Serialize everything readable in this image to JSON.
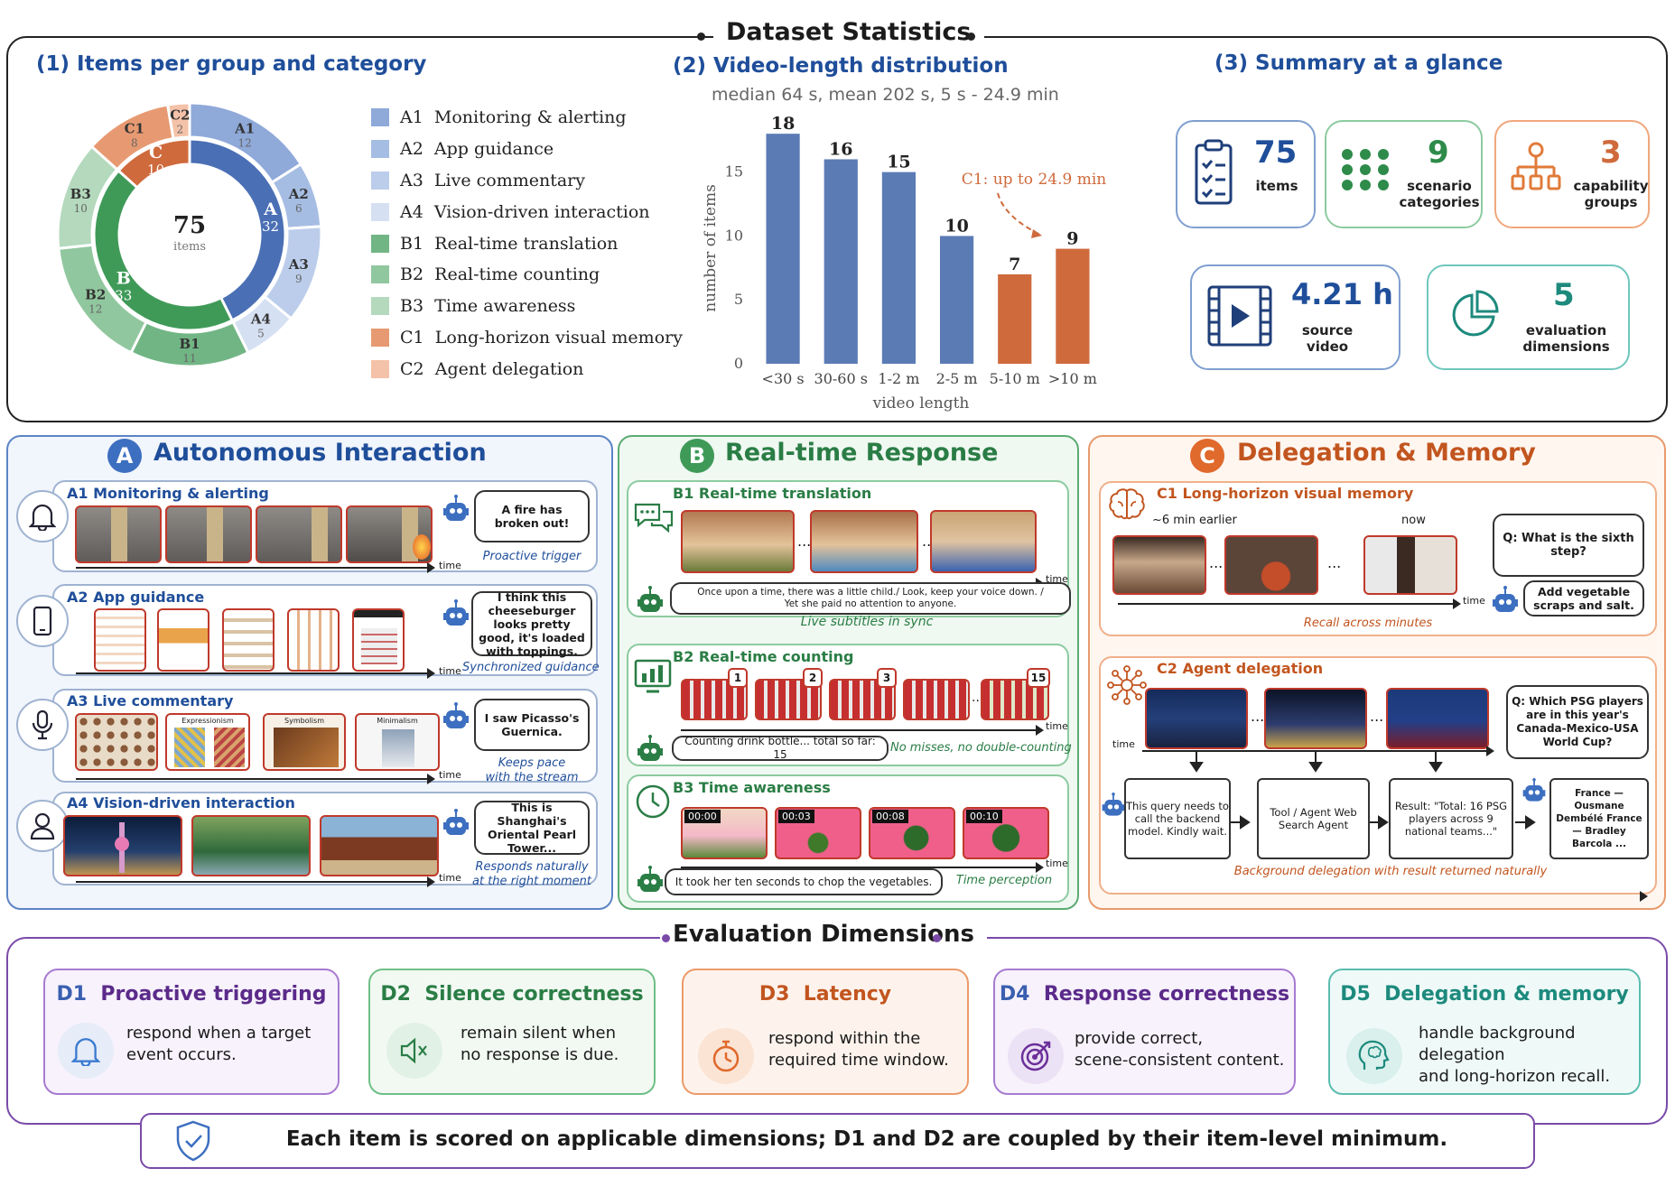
{
  "header": {
    "title": "Dataset Statistics"
  },
  "stats": {
    "s1_title": "(1) Items per group and category",
    "s2_title": "(2) Video-length distribution",
    "s2_subtitle": "median 64 s, mean 202 s, 5 s - 24.9 min",
    "s3_title": "(3) Summary at a glance",
    "donut_center_value": "75",
    "donut_center_label": "items"
  },
  "chart_data": [
    {
      "type": "pie",
      "title": "",
      "inner_ring": [
        {
          "name": "A",
          "value": 32,
          "color": "#4a6fb5"
        },
        {
          "name": "B",
          "value": 33,
          "color": "#3f9a58"
        },
        {
          "name": "C",
          "value": 10,
          "color": "#cf6a3c"
        }
      ],
      "outer_ring": [
        {
          "name": "A1",
          "value": 12,
          "color": "#8fa9d9",
          "label": "Monitoring & alerting"
        },
        {
          "name": "A2",
          "value": 6,
          "color": "#a6bde3",
          "label": "App guidance"
        },
        {
          "name": "A3",
          "value": 9,
          "color": "#bccdeb",
          "label": "Live commentary"
        },
        {
          "name": "A4",
          "value": 5,
          "color": "#d6e0f3",
          "label": "Vision-driven interaction"
        },
        {
          "name": "B1",
          "value": 11,
          "color": "#72b585",
          "label": "Real-time translation"
        },
        {
          "name": "B2",
          "value": 12,
          "color": "#91c79f",
          "label": "Real-time counting"
        },
        {
          "name": "B3",
          "value": 10,
          "color": "#b4d9bd",
          "label": "Time awareness"
        },
        {
          "name": "C1",
          "value": 8,
          "color": "#e79a72",
          "label": "Long-horizon visual memory"
        },
        {
          "name": "C2",
          "value": 2,
          "color": "#f4c2a8",
          "label": "Agent delegation"
        }
      ]
    },
    {
      "type": "bar",
      "categories": [
        "<30 s",
        "30-60 s",
        "1-2 m",
        "2-5 m",
        "5-10 m",
        ">10 m"
      ],
      "values": [
        18,
        16,
        15,
        10,
        7,
        9
      ],
      "colors": [
        "#5b7bb5",
        "#5b7bb5",
        "#5b7bb5",
        "#5b7bb5",
        "#cf6a3c",
        "#cf6a3c"
      ],
      "xlabel": "video length",
      "ylabel": "number of items",
      "ylim": [
        0,
        19
      ],
      "yticks": [
        0,
        5,
        10,
        15
      ],
      "annotation": "C1: up to 24.9 min"
    }
  ],
  "summary": {
    "items_value": "75",
    "items_label": "items",
    "scen_value": "9",
    "scen_label1": "scenario",
    "scen_label2": "categories",
    "cap_value": "3",
    "cap_label1": "capability",
    "cap_label2": "groups",
    "video_value": "4.21 h",
    "video_label1": "source",
    "video_label2": "video",
    "eval_value": "5",
    "eval_label1": "evaluation",
    "eval_label2": "dimensions"
  },
  "groupA": {
    "letter": "A",
    "title": "Autonomous Interaction",
    "a1": {
      "title": "A1   Monitoring & alerting",
      "bubble": "A fire has broken out!",
      "caption": "Proactive trigger"
    },
    "a2": {
      "title": "A2   App guidance",
      "bubble": "I think this cheeseburger looks pretty good, it's loaded with toppings.",
      "caption": "Synchronized guidance"
    },
    "a3": {
      "title": "A3   Live commentary",
      "bubble": "I saw Picasso's Guernica.",
      "caption1": "Keeps pace",
      "caption2": "with the stream",
      "t_expr": "Expressionism",
      "t_sym": "Symbolism",
      "t_min": "Minimalism"
    },
    "a4": {
      "title": "A4   Vision-driven interaction",
      "bubble": "This is Shanghai's Oriental Pearl Tower...",
      "caption1": "Responds naturally",
      "caption2": "at the right moment"
    }
  },
  "groupB": {
    "letter": "B",
    "title": "Real-time Response",
    "b1": {
      "title": "B1   Real-time translation",
      "sub1": "Once upon a time, there was a little child./  Look, keep your voice down.  /",
      "sub2": "Yet she paid no attention to anyone.",
      "caption": "Live subtitles in sync"
    },
    "b2": {
      "title": "B2   Real-time counting",
      "counts": [
        "1",
        "2",
        "3",
        "15"
      ],
      "text": "Counting drink bottle... total so far: 15",
      "caption": "No misses, no double-counting"
    },
    "b3": {
      "title": "B3   Time awareness",
      "stamps": [
        "00:00",
        "00:03",
        "00:08",
        "00:10"
      ],
      "text": "It took her ten seconds to chop the vegetables.",
      "caption": "Time perception"
    }
  },
  "groupC": {
    "letter": "C",
    "title": "Delegation & Memory",
    "c1": {
      "title": "C1   Long-horizon visual memory",
      "earlier": "~6 min earlier",
      "now": "now",
      "question": "Q: What is the sixth step?",
      "answer": "Add vegetable scraps and salt.",
      "caption": "Recall across minutes"
    },
    "c2": {
      "title": "C2   Agent delegation",
      "question": "Q: Which PSG players are in this year's Canada-Mexico-USA World Cup?",
      "flow1": "This query needs to call the backend model. Kindly wait.",
      "flow2": "Tool / Agent Web Search Agent",
      "flow3": "Result: \"Total: 16 PSG players across 9 national teams...\"",
      "flow4": "France —Ousmane Dembélé France — Bradley Barcola ...",
      "caption": "Background delegation with result returned naturally"
    }
  },
  "common": {
    "time": "time",
    "ellipsis": "..."
  },
  "evaluation": {
    "title": "Evaluation Dimensions",
    "d1": {
      "code": "D1",
      "name": "Proactive triggering",
      "l1": "respond when a target",
      "l2": "event occurs."
    },
    "d2": {
      "code": "D2",
      "name": "Silence correctness",
      "l1": "remain silent when",
      "l2": "no response is due."
    },
    "d3": {
      "code": "D3",
      "name": "Latency",
      "l1": "respond within the",
      "l2": "required time window."
    },
    "d4": {
      "code": "D4",
      "name": "Response correctness",
      "l1": "provide correct,",
      "l2": "scene-consistent content."
    },
    "d5": {
      "code": "D5",
      "name": "Delegation & memory",
      "l1": "handle background",
      "l2": "delegation",
      "l3": "and long-horizon recall."
    },
    "footer": "Each item is scored on applicable dimensions; D1 and D2 are coupled by their item-level minimum."
  }
}
